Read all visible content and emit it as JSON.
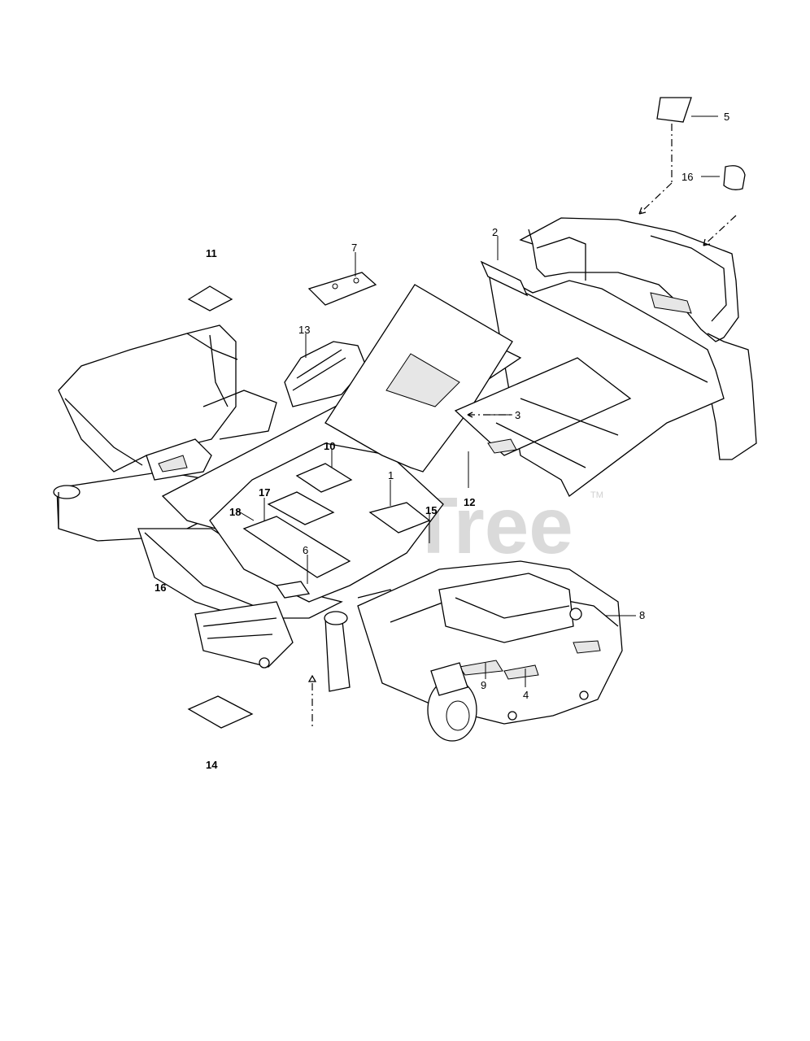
{
  "watermark": {
    "text": "PartsTree",
    "trademark": "TM"
  },
  "callouts": {
    "c1": "1",
    "c2": "2",
    "c3": "3",
    "c4": "4",
    "c5": "5",
    "c6": "6",
    "c7": "7",
    "c8": "8",
    "c9": "9",
    "c10": "10",
    "c11": "11",
    "c12": "12",
    "c13": "13",
    "c14": "14",
    "c15": "15",
    "c16a": "16",
    "c16b": "16",
    "c17": "17",
    "c18": "18"
  }
}
